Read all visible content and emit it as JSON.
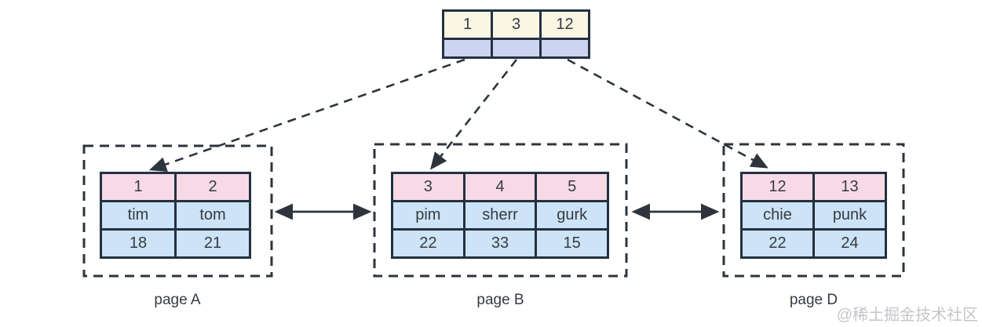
{
  "diagram": {
    "title_hint": "B+ tree index pages",
    "root_node": {
      "keys": [
        "1",
        "3",
        "12"
      ]
    },
    "pages": [
      {
        "label": "page A",
        "rows": [
          [
            "1",
            "2"
          ],
          [
            "tim",
            "tom"
          ],
          [
            "18",
            "21"
          ]
        ]
      },
      {
        "label": "page B",
        "rows": [
          [
            "3",
            "4",
            "5"
          ],
          [
            "pim",
            "sherr",
            "gurk"
          ],
          [
            "22",
            "33",
            "15"
          ]
        ]
      },
      {
        "label": "page D",
        "rows": [
          [
            "12",
            "13"
          ],
          [
            "chie",
            "punk"
          ],
          [
            "22",
            "24"
          ]
        ]
      }
    ],
    "watermark": "@稀土掘金技术社区",
    "colors": {
      "key_row_root": "#faf6e4",
      "pointer_row_root": "#ccd4f1",
      "key_row_page": "#f8dae7",
      "data_row_page": "#cde3f7",
      "border": "#243140",
      "arrow": "#2d343c",
      "watermark": "#c4c5c9"
    }
  }
}
